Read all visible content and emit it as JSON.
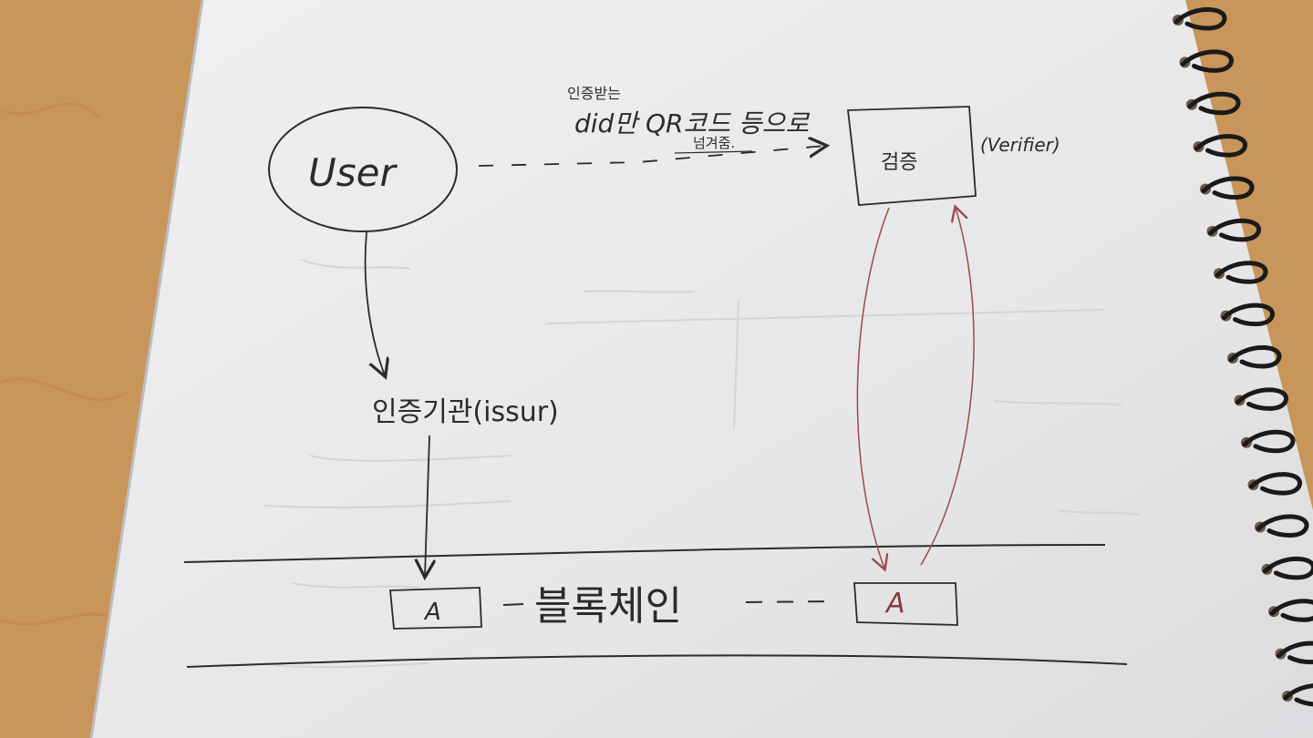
{
  "labels": {
    "user": "User",
    "arrow_note_line1": "인증받는",
    "arrow_note_line2": "did만  QR코드 등으로",
    "arrow_note_line3": "넘겨줌.",
    "verifier_box": "검증",
    "verifier_role": "(Verifier)",
    "issuer": "인증기관(issur)",
    "blockchain": "블록체인",
    "block_left": "A",
    "block_right": "A"
  },
  "colors": {
    "paper": "#e9e9ea",
    "ink": "#2b2b2b",
    "red_ink": "#9c4a4a",
    "desk": "#c8955a",
    "faint": "#d2d3d6"
  }
}
